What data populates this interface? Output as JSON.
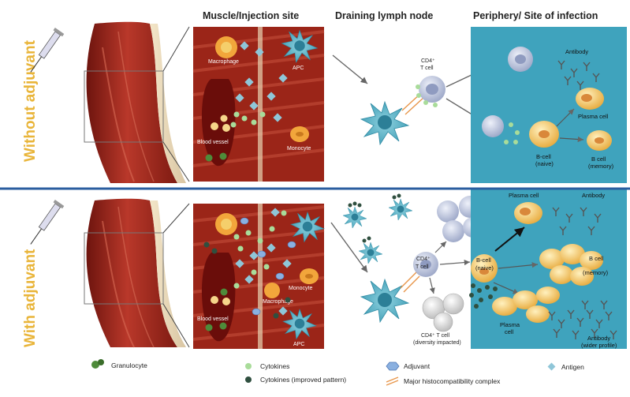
{
  "headers": {
    "muscle": "Muscle/Injection site",
    "lymph": "Draining lymph node",
    "periphery": "Periphery/ Site of infection"
  },
  "rows": {
    "top": "Without adjuvant",
    "bottom": "With adjuvant"
  },
  "top_labels": {
    "macrophage": "Macrophage",
    "apc": "APC",
    "blood_vessel": "Blood vessel",
    "monocyte": "Monocyte",
    "cd4_line1": "CD4⁺",
    "cd4_line2": "T cell",
    "antibody": "Antibody",
    "plasma_cell": "Plasma cell",
    "bcell_naive_1": "B-cell",
    "bcell_naive_2": "(naive)",
    "bcell_mem_1": "B cell",
    "bcell_mem_2": "(memory)"
  },
  "bottom_labels": {
    "monocyte": "Monocyte",
    "macrophage": "Macrophage",
    "blood_vessel": "Blood vessel",
    "apc": "APC",
    "cd4_line1": "CD4⁺",
    "cd4_line2": "T cell",
    "cd4_div_1": "CD4⁺ T cell",
    "cd4_div_2": "(diversity impacted)",
    "bcell_naive_1": "B-cell",
    "bcell_naive_2": "(naive)",
    "plasma_top": "Plasma cell",
    "antibody_top": "Antibody",
    "bcell_mem_1": "B cell",
    "bcell_mem_2": "(memory)",
    "plasma_bottom_1": "Plasma",
    "plasma_bottom_2": "cell",
    "antibody_bottom_1": "Antibody",
    "antibody_bottom_2": "(wider profile)"
  },
  "legend": {
    "granulocyte": "Granulocyte",
    "cytokines": "Cytokines",
    "cytokines_improved": "Cytokines (improved pattern)",
    "adjuvant": "Adjuvant",
    "mhc": "Major histocompatibility complex",
    "antigen": "Antigen"
  },
  "colors": {
    "periphery_bg": "#3fa3bd",
    "divider": "#2a5d9f",
    "row_label": "#e9b53a",
    "muscle": "#a8281c",
    "apc": "#4fb1c6",
    "tcell": "#c7cde0",
    "bcell": "#f3c55f",
    "cytokine": "#a9dc9a",
    "cytokine_improved": "#2f4f3f",
    "antigen": "#8fc6d8"
  }
}
